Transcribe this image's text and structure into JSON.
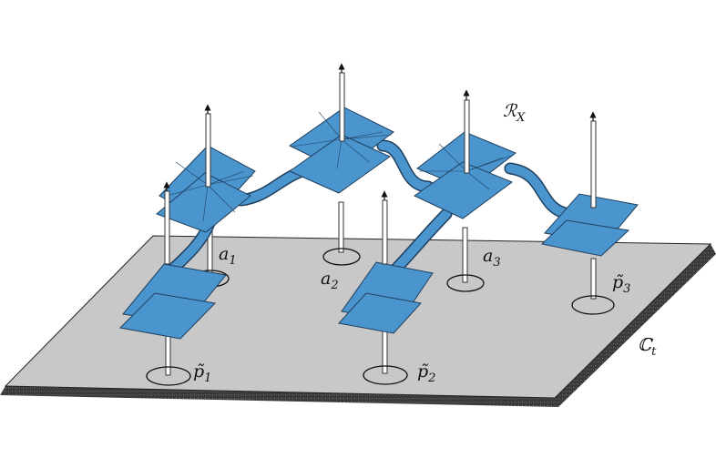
{
  "figure": {
    "colors": {
      "sheet": "#4b95cf",
      "sheet_stroke": "#1f3f5e",
      "plane": "#c8c8c8",
      "plane_edge": "#3a3a3a",
      "pole": "#ffffff",
      "pole_stroke": "#333333"
    },
    "labels": {
      "surface": {
        "base": "ℛ",
        "sub": "X"
      },
      "base_plane": {
        "base": "ℂ",
        "sub": "t"
      },
      "a1": {
        "base": "a",
        "sub": "1"
      },
      "a2": {
        "base": "a",
        "sub": "2"
      },
      "a3": {
        "base": "a",
        "sub": "3"
      },
      "p1": {
        "base": "p̃",
        "sub": "1"
      },
      "p2": {
        "base": "p̃",
        "sub": "2"
      },
      "p3": {
        "base": "p̃",
        "sub": "3"
      }
    }
  }
}
